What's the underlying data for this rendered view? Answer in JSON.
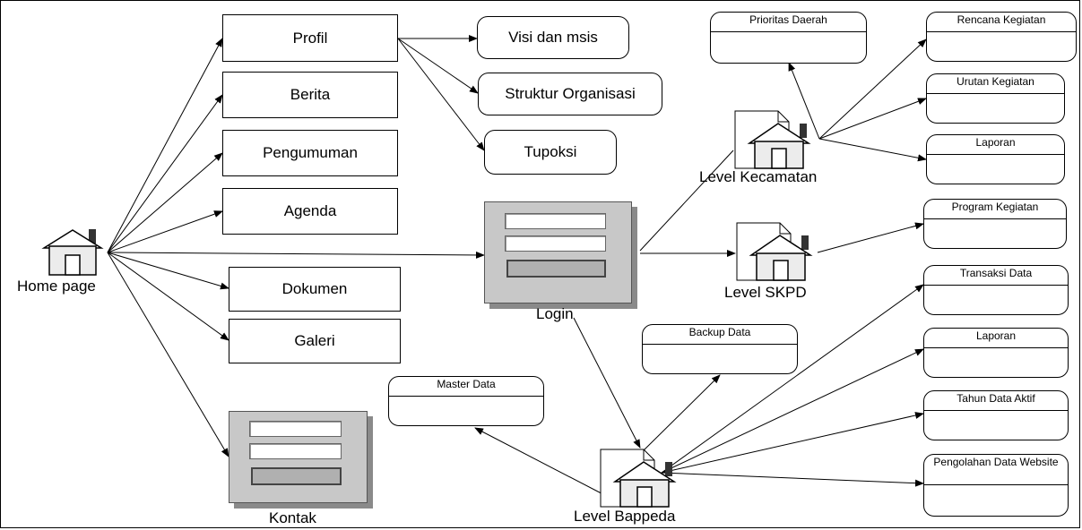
{
  "diagram": {
    "home": "Home page",
    "menu": {
      "profil": "Profil",
      "berita": "Berita",
      "pengumuman": "Pengumuman",
      "agenda": "Agenda",
      "dokumen": "Dokumen",
      "galeri": "Galeri",
      "kontak": "Kontak"
    },
    "profil_sub": {
      "visi": "Visi dan msis",
      "struktur": "Struktur Organisasi",
      "tupoksi": "Tupoksi"
    },
    "login": "Login",
    "kecamatan": {
      "label": "Level Kecamatan",
      "prioritas": "Prioritas Daerah",
      "rencana": "Rencana Kegiatan",
      "urutan": "Urutan Kegiatan",
      "laporan": "Laporan"
    },
    "skpd": {
      "label": "Level SKPD",
      "program": "Program Kegiatan"
    },
    "bappeda": {
      "label": "Level Bappeda",
      "transaksi": "Transaksi Data",
      "laporan": "Laporan",
      "tahun": "Tahun Data Aktif",
      "pengolahan": "Pengolahan Data Website",
      "backup": "Backup Data",
      "master": "Master Data"
    }
  }
}
